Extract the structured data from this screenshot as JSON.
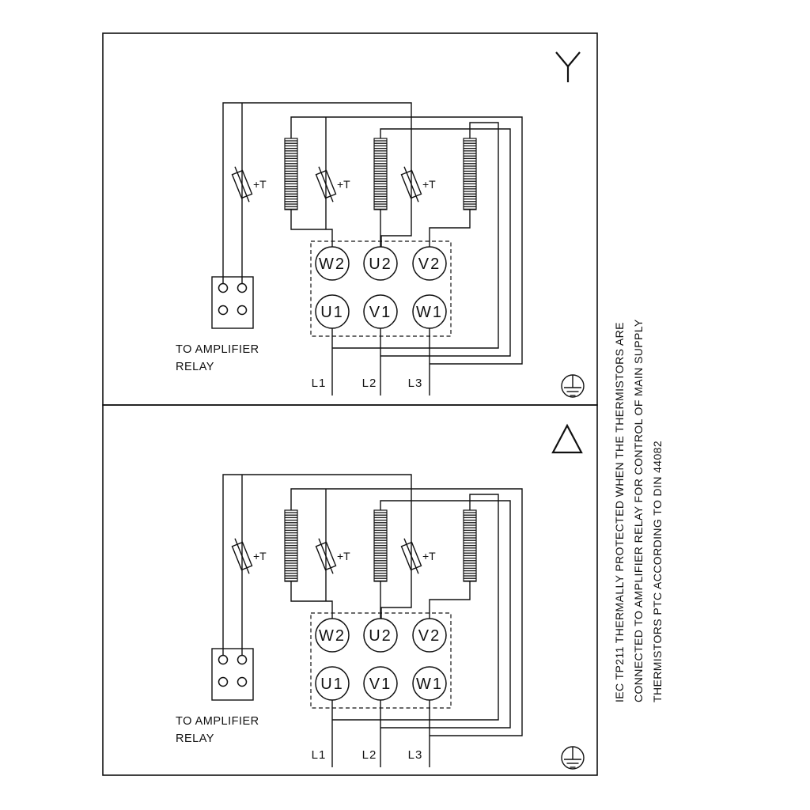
{
  "side_note": {
    "line1": "IEC TP211 THERMALLY PROTECTED WHEN THE THERMISTORS ARE",
    "line2": "CONNECTED TO AMPLIFIER RELAY FOR CONTROL OF MAIN SUPPLY",
    "line3": "THERMISTORS PTC ACCORDING TO DIN 44082"
  },
  "colors": {
    "line": "#111111",
    "background": "#ffffff"
  },
  "panels": [
    {
      "connection_icon": "star-icon",
      "terminals": {
        "top": [
          "W2",
          "U2",
          "V2"
        ],
        "bottom": [
          "U1",
          "V1",
          "W1"
        ]
      },
      "thermistor_label": "+T",
      "relay_label": [
        "TO AMPLIFIER",
        "RELAY"
      ],
      "mains": [
        "L1",
        "L2",
        "L3"
      ]
    },
    {
      "connection_icon": "delta-icon",
      "terminals": {
        "top": [
          "W2",
          "U2",
          "V2"
        ],
        "bottom": [
          "U1",
          "V1",
          "W1"
        ]
      },
      "thermistor_label": "+T",
      "relay_label": [
        "TO AMPLIFIER",
        "RELAY"
      ],
      "mains": [
        "L1",
        "L2",
        "L3"
      ]
    }
  ]
}
